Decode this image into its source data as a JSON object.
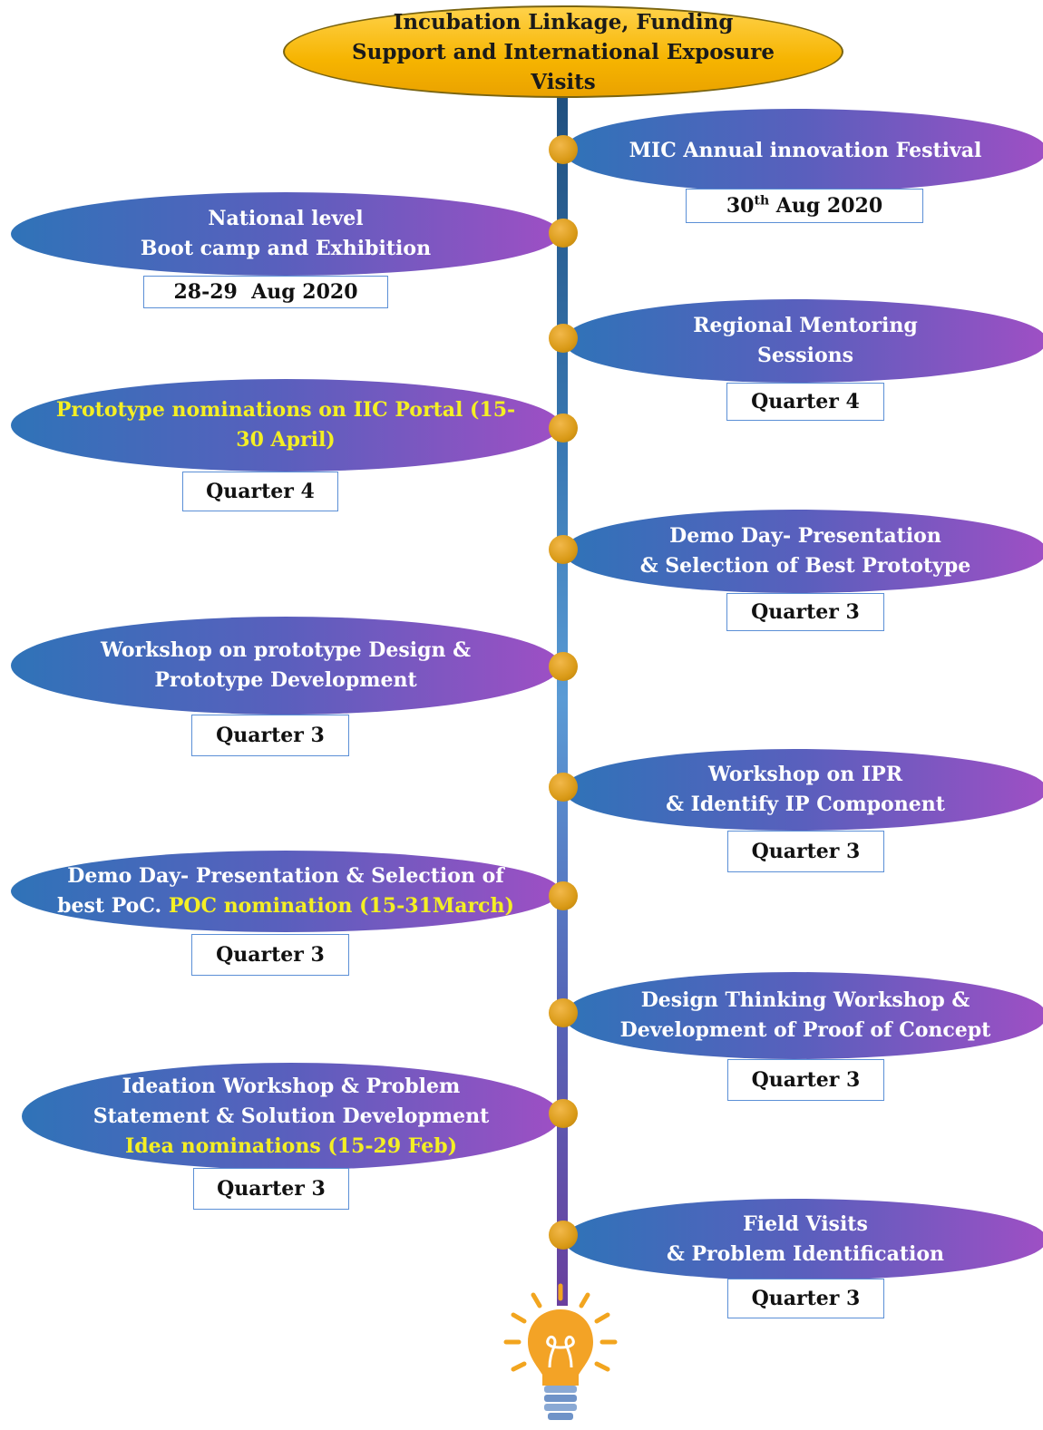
{
  "header": {
    "line1": "Incubation Linkage, Funding",
    "line2": "Support and International Exposure",
    "line3": "Visits"
  },
  "steps": [
    {
      "side": "right",
      "lines": [
        "MIC Annual innovation Festival"
      ],
      "box": "30th Aug 2020",
      "box_sup": true
    },
    {
      "side": "left",
      "lines": [
        "National level",
        "Boot camp and Exhibition"
      ],
      "box": "28-29  Aug 2020"
    },
    {
      "side": "right",
      "lines": [
        "Regional Mentoring",
        "Sessions"
      ],
      "box": "Quarter 4"
    },
    {
      "side": "left",
      "lines": [
        "Prototype nominations on IIC Portal (15-",
        "30 April)"
      ],
      "box": "Quarter 4",
      "highlight_all": true
    },
    {
      "side": "right",
      "lines": [
        "Demo Day- Presentation",
        "& Selection of  Best Prototype"
      ],
      "box": "Quarter 3"
    },
    {
      "side": "left",
      "lines": [
        "Workshop on prototype Design &",
        "Prototype Development"
      ],
      "box": "Quarter 3"
    },
    {
      "side": "right",
      "lines": [
        "Workshop on IPR",
        "& Identify IP  Component"
      ],
      "box": "Quarter 3"
    },
    {
      "side": "left",
      "lines": [
        "Demo Day- Presentation & Selection of",
        "best PoC."
      ],
      "highlight_tail": "POC nomination (15-31March)",
      "box": "Quarter 3"
    },
    {
      "side": "right",
      "lines": [
        "Design  Thinking Workshop &",
        "Development of Proof of Concept"
      ],
      "box": "Quarter 3"
    },
    {
      "side": "left",
      "lines": [
        "Ideation Workshop & Problem",
        "Statement & Solution Development"
      ],
      "highlight_line": "Idea nominations (15-29 Feb)",
      "box": "Quarter 3"
    },
    {
      "side": "right",
      "lines": [
        "Field Visits",
        "&  Problem Identification"
      ],
      "box": "Quarter 3"
    }
  ],
  "icons": {
    "bulb": "lightbulb-icon"
  },
  "colors": {
    "pill_start": "#2f73b8",
    "pill_end": "#9e4fc4",
    "highlight": "#f4ef24",
    "header": "#f6b400",
    "dot": "#d99a17"
  }
}
